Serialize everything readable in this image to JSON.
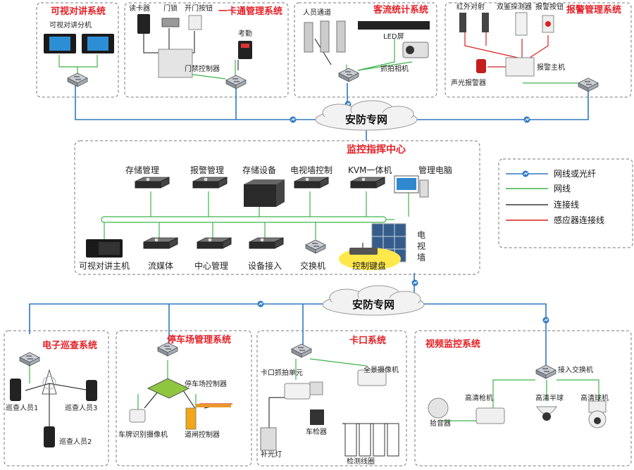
{
  "systems": {
    "intercom": "可视对讲系统",
    "onecard": "一卡通管理系统",
    "traffic": "客流统计系统",
    "alarm": "报警管理系统",
    "command": "监控指挥中心",
    "patrol": "电子巡查系统",
    "parking": "停车场管理系统",
    "checkpoint": "卡口系统",
    "video": "视频监控系统"
  },
  "network": "安防专网",
  "intercom": {
    "unit": "可视对讲分机"
  },
  "onecard": {
    "reader": "读卡器",
    "lock": "门锁",
    "button": "开门按钮",
    "attendance": "考勤",
    "controller": "门禁控制器"
  },
  "traffic": {
    "gate": "人员通道",
    "led": "LED屏",
    "camera": "抓拍相机"
  },
  "alarm": {
    "infrared": "红外对射",
    "dual": "双鉴探测器",
    "panic": "报警按钮",
    "host": "报警主机",
    "siren": "声光报警器"
  },
  "command": {
    "storage_mgmt": "存储管理",
    "alarm_mgmt": "报警管理",
    "storage_dev": "存储设备",
    "tvwall_ctrl": "电视墙控制",
    "kvm": "KVM一体机",
    "mgmt_pc": "管理电脑",
    "intercom_host": "可视对讲主机",
    "media": "流媒体",
    "center_mgmt": "中心管理",
    "device_access": "设备接入",
    "switch": "交换机",
    "keyboard": "控制键盘",
    "tvwall_1": "电",
    "tvwall_2": "视",
    "tvwall_3": "墙"
  },
  "legend": {
    "fiber": "网线或光纤",
    "cable": "网线",
    "connect": "连接线",
    "sensor": "感应器连接线"
  },
  "patrol": {
    "p1": "巡查人员1",
    "p2": "巡查人员2",
    "p3": "巡查人员3"
  },
  "parking": {
    "controller": "停车场控制器",
    "lpr": "车牌识别摄像机",
    "barrier": "道闸控制器"
  },
  "checkpoint": {
    "capture": "卡口抓拍单元",
    "panorama": "全景摄像机",
    "detector": "车检器",
    "fill": "补光灯",
    "loop": "检测线圈"
  },
  "video": {
    "access_switch": "接入交换机",
    "hd_gun": "高清枪机",
    "hd_half": "高清半球",
    "hd_ball": "高清球机",
    "mic": "拾音器"
  },
  "colors": {
    "fiber": "#2e78c2",
    "cable": "#3cb44a",
    "connect": "#111111",
    "sensor": "#d62020",
    "title": "#e41e25"
  }
}
